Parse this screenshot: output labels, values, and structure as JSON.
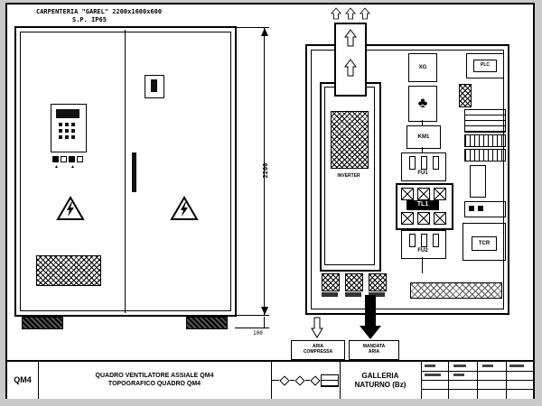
{
  "header": {
    "line1": "CARPENTERIA \"GAREL\" 2200x1600x600",
    "line2": "S.P. IP65"
  },
  "front_view": {
    "height_dim": "2200",
    "plinth_dim": "100"
  },
  "layout_view": {
    "inverter_label": "INVERTER",
    "xg": "XG",
    "km1": "KM1",
    "fu1": "FU1",
    "tl1": "TL1",
    "fu2": "FU2",
    "plc": "PLC",
    "tcr": "TCR",
    "air_left_line1": "ARIA",
    "air_left_line2": "COMPRESSA",
    "air_right_line1": "MANDATA",
    "air_right_line2": "ARIA"
  },
  "title_block": {
    "code": "QM4",
    "title_line1": "QUADRO VENTILATORE ASSIALE QM4",
    "title_line2": "TOPOGRAFICO QUADRO QM4",
    "location_line1": "GALLERIA",
    "location_line2": "NATURNO (Bz)"
  },
  "glyphs": {
    "club": "♣",
    "tri": "▲"
  }
}
